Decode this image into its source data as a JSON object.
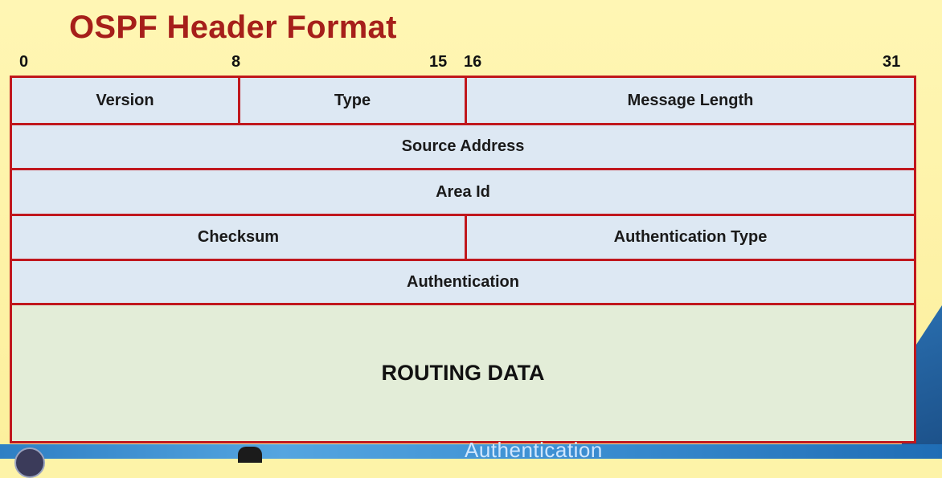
{
  "title": "OSPF Header Format",
  "bit_labels": {
    "b0": "0",
    "b8": "8",
    "b15": "15",
    "b16": "16",
    "b31": "31"
  },
  "fields": {
    "version": "Version",
    "type": "Type",
    "message_length": "Message Length",
    "source_address": "Source Address",
    "area_id": "Area Id",
    "checksum": "Checksum",
    "authentication_type": "Authentication Type",
    "authentication": "Authentication",
    "routing_data": "ROUTING DATA"
  },
  "footer_text": "Authentication",
  "colors": {
    "border": "#c0171d",
    "title": "#a61f1a",
    "header_cell": "#dde8f3",
    "data_cell": "#e3edd8",
    "background": "#fdf3a8"
  }
}
